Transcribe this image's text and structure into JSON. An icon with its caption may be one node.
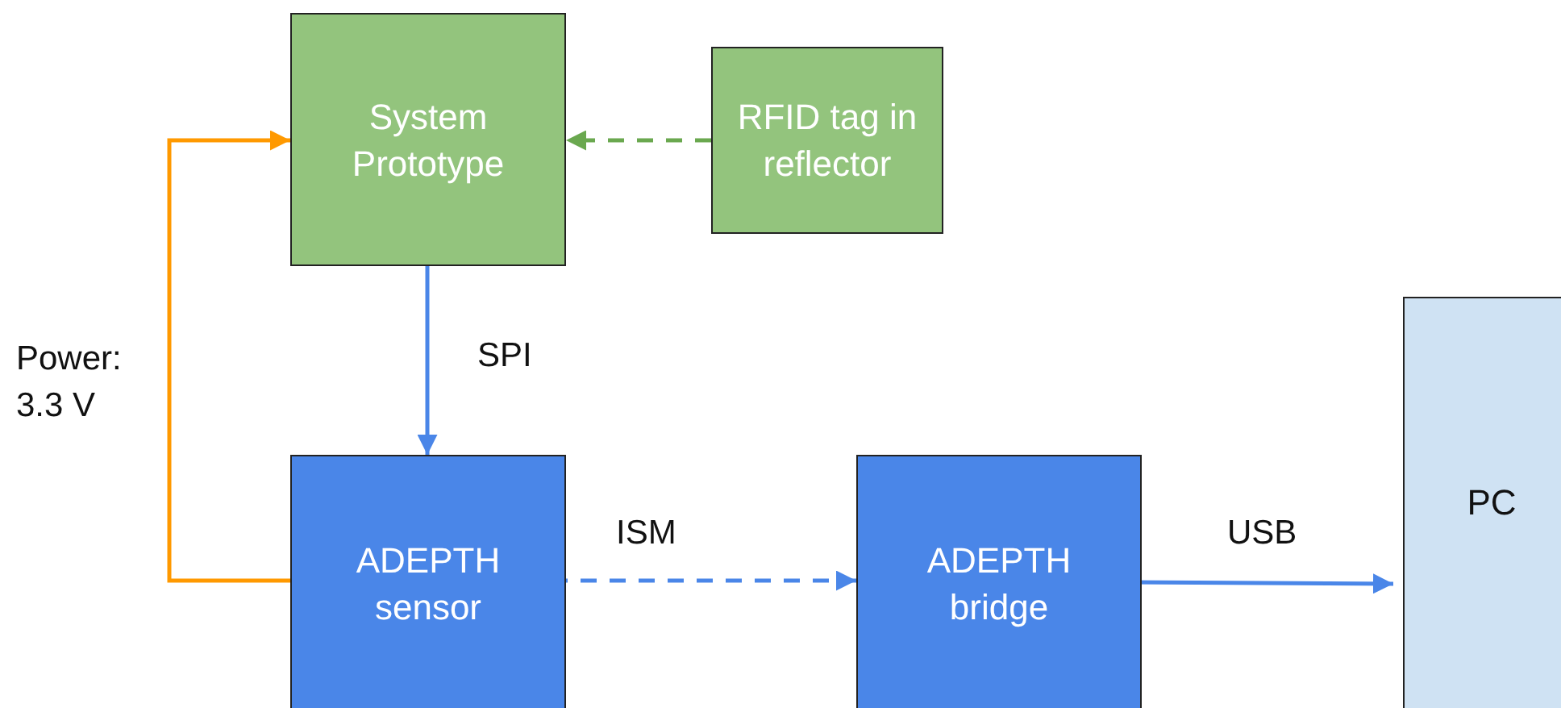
{
  "diagram": {
    "nodes": [
      {
        "text": [
          "System Prototype"
        ]
      },
      {
        "text": [
          "RFID tag in reflector"
        ]
      },
      {
        "text": [
          "ADEPTH sensor"
        ]
      },
      {
        "text": [
          "ADEPTH bridge"
        ]
      },
      {
        "text": [
          "PC"
        ]
      }
    ],
    "edges": [
      {
        "from": 1,
        "to": 0,
        "arrow": "to",
        "style": "dashed",
        "color": "#6aa84f"
      },
      {
        "from": 0,
        "to": 2,
        "arrow": "to",
        "label": "SPI"
      },
      {
        "from": 2,
        "to": 0,
        "arrow": "to",
        "label": "Power: 3.3 V",
        "color": "#ff9900"
      },
      {
        "from": 2,
        "to": 3,
        "arrow": "to",
        "label": "ISM",
        "style": "dashed"
      },
      {
        "from": 3,
        "to": 4,
        "arrow": "to",
        "label": "USB"
      }
    ]
  }
}
